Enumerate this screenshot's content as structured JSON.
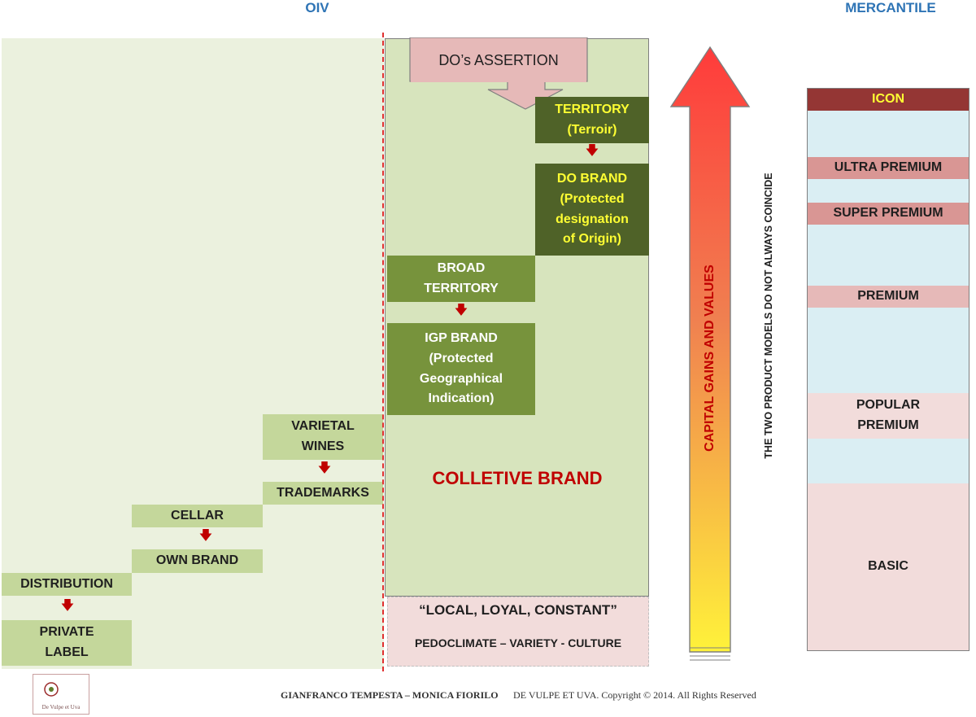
{
  "titles": {
    "oiv": "OIV",
    "mercantile": "MERCANTILE"
  },
  "do_assertion": "DO’s ASSERTION",
  "territory": "TERRITORY\n(Terroir)",
  "do_brand": "DO BRAND\n(Protected\ndesignation\nof Origin)",
  "broad_territory": "BROAD\nTERRITORY",
  "igp_brand": "IGP BRAND\n(Protected\nGeographical\nIndication)",
  "varietal_wines": "VARIETAL\nWINES",
  "trademarks": "TRADEMARKS",
  "cellar": "CELLAR",
  "own_brand": "OWN BRAND",
  "distribution": "DISTRIBUTION",
  "private_label": "PRIVATE\nLABEL",
  "collective_brand": "COLLETIVE BRAND",
  "local_loyal": "“LOCAL, LOYAL, CONSTANT”",
  "pedoclimate": "PEDOCLIMATE – VARIETY - CULTURE",
  "capital_gains": "CAPITAL GAINS AND VALUES",
  "two_models": "THE TWO PRODUCT MODELS DO NOT ALWAYS COINCIDE",
  "mercantile_levels": {
    "icon": "ICON",
    "ultra_premium": "ULTRA PREMIUM",
    "super_premium": "SUPER PREMIUM",
    "premium": "PREMIUM",
    "popular_premium": "POPULAR\nPREMIUM",
    "basic": "BASIC"
  },
  "footer": {
    "authors": "GIANFRANCO TEMPESTA – MONICA FIORILO",
    "copyright": "DE VULPE ET UVA. Copyright © 2014. All Rights Reserved",
    "logo_text": "De Vulpe et Uva"
  },
  "colors": {
    "accent_red": "#c00000",
    "title_blue": "#2e74b5",
    "territory_yellow": "#ffff33"
  },
  "icons": [
    "down-arrow-icon",
    "up-arrow-icon",
    "logo-icon"
  ]
}
